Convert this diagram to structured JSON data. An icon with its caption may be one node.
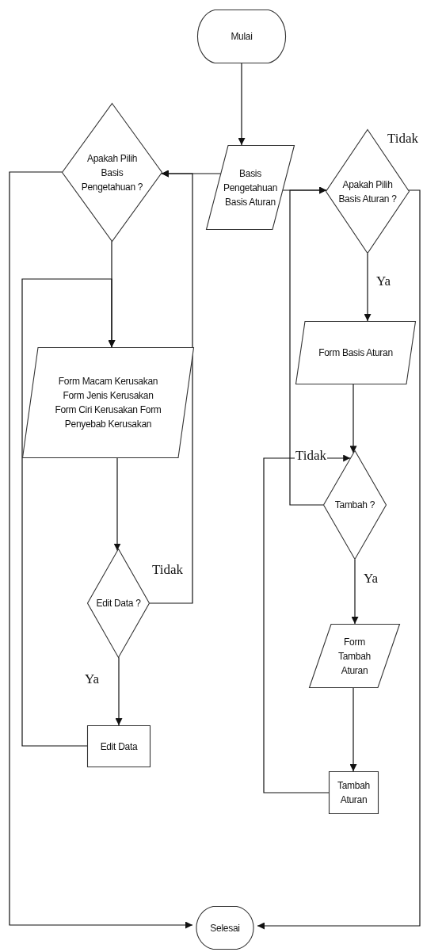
{
  "diagram": {
    "nodes": [
      {
        "text": [
          "Mulai"
        ]
      },
      {
        "text": [
          "Basis Pengetahuan Basis Aturan"
        ]
      },
      {
        "text": [
          "Apakah Pilih Basis Pengetahuan ?"
        ]
      },
      {
        "text": [
          "Apakah Pilih Basis Aturan ?"
        ]
      },
      {
        "text": [
          "Form Macam Kerusakan Form Jenis Kerusakan Form Ciri Kerusakan Form Penyebab Kerusakan"
        ]
      },
      {
        "text": [
          "Form Basis Aturan"
        ]
      },
      {
        "text": [
          "Tambah ?"
        ]
      },
      {
        "text": [
          "Edit Data ?"
        ]
      },
      {
        "text": [
          "Form Tambah Aturan"
        ]
      },
      {
        "text": [
          "Edit Data"
        ]
      },
      {
        "text": [
          "Tambah Aturan"
        ]
      },
      {
        "text": [
          "Selesai"
        ]
      }
    ],
    "edges": [
      {
        "from": 0,
        "to": 1,
        "arrow": "to"
      },
      {
        "from": 1,
        "to": 2,
        "arrow": "to"
      },
      {
        "from": 1,
        "to": 3,
        "arrow": "to"
      },
      {
        "from": 2,
        "to": 4,
        "arrow": "to"
      },
      {
        "from": 2,
        "to": 11,
        "arrow": "to"
      },
      {
        "from": 3,
        "to": 5,
        "arrow": "to",
        "label": "Ya"
      },
      {
        "from": 3,
        "to": 11,
        "arrow": "to",
        "label": "Tidak"
      },
      {
        "from": 4,
        "to": 7,
        "arrow": "to"
      },
      {
        "from": 7,
        "to": 2,
        "arrow": "to",
        "label": "Tidak"
      },
      {
        "from": 7,
        "to": 9,
        "arrow": "to",
        "label": "Ya"
      },
      {
        "from": 9,
        "to": 4,
        "arrow": "to"
      },
      {
        "from": 5,
        "to": 6,
        "arrow": "to"
      },
      {
        "from": 6,
        "to": 3,
        "arrow": "to",
        "label": "Tidak"
      },
      {
        "from": 6,
        "to": 8,
        "arrow": "to",
        "label": "Ya"
      },
      {
        "from": 8,
        "to": 10,
        "arrow": "to"
      },
      {
        "from": 10,
        "to": 6,
        "arrow": "to"
      }
    ]
  }
}
